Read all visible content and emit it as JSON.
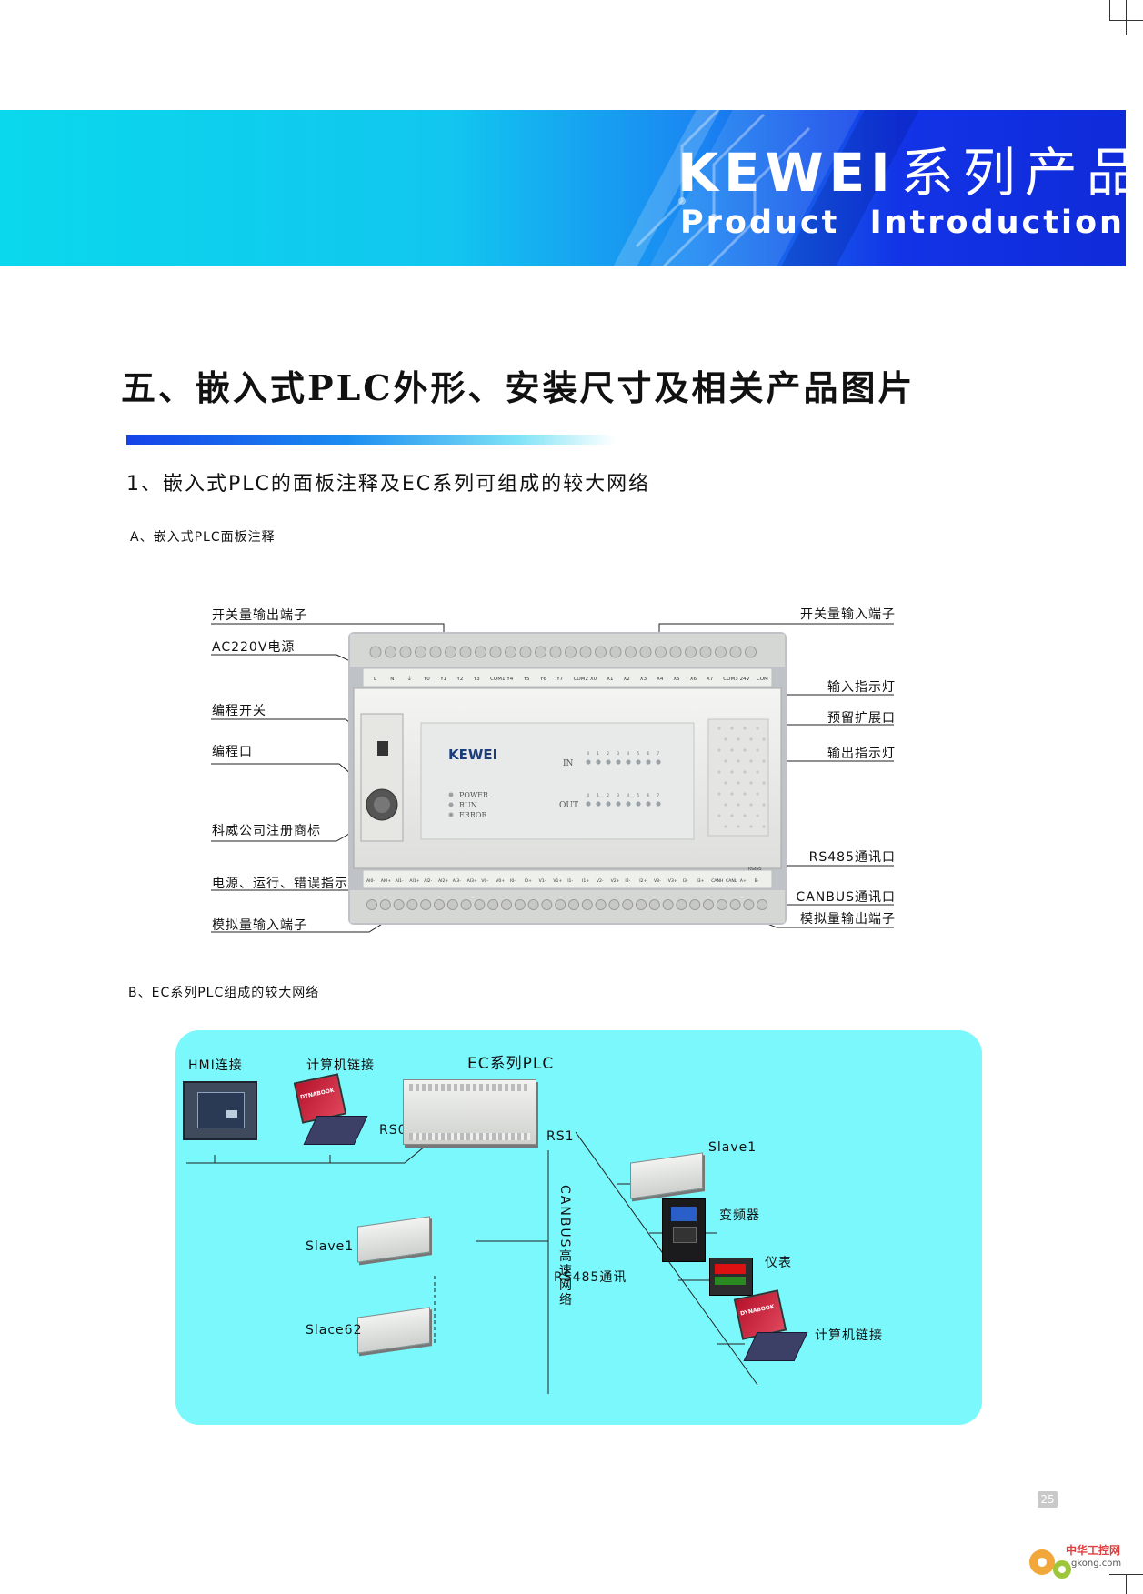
{
  "banner": {
    "brand": "KEWEI",
    "brand_cn": "系列产品",
    "brand_en": "Product Introduction"
  },
  "heading": "五、嵌入式PLC外形、安装尺寸及相关产品图片",
  "section1": "1、嵌入式PLC的面板注释及EC系列可组成的较大网络",
  "sectionA": "A、嵌入式PLC面板注释",
  "sectionB": "B、EC系列PLC组成的较大网络",
  "panel_labels": {
    "left": [
      "开关量输出端子",
      "AC220V电源",
      "编程开关",
      "编程口",
      "科威公司注册商标",
      "电源、运行、错误指示灯",
      "模拟量输入端子"
    ],
    "right": [
      "开关量输入端子",
      "输入指示灯",
      "预留扩展口",
      "输出指示灯",
      "RS485通讯口",
      "CANBUS通讯口",
      "模拟量输出端子"
    ]
  },
  "plc_face": {
    "logo": "KEWEI",
    "in_label": "IN",
    "out_label": "OUT",
    "leds": [
      "POWER",
      "RUN",
      "ERROR"
    ],
    "top_terminals": [
      "L",
      "N",
      "⏚",
      "Y0",
      "Y1",
      "Y2",
      "Y3",
      "COM1",
      "Y4",
      "Y5",
      "Y6",
      "Y7",
      "COM2",
      "X0",
      "X1",
      "X2",
      "X3",
      "X4",
      "X5",
      "X6",
      "X7",
      "COM3",
      "24V",
      "COM"
    ],
    "bottom_terminals": [
      "AI0-",
      "AI0+",
      "AI1-",
      "AI1+",
      "AI2-",
      "AI2+",
      "AI3-",
      "AI3+",
      "V0-",
      "V0+",
      "I0-",
      "I0+",
      "V1-",
      "V1+",
      "I1-",
      "I1+",
      "V2-",
      "V2+",
      "I2-",
      "I2+",
      "V3-",
      "V3+",
      "I3-",
      "I3+",
      "CANH",
      "CANL",
      "A+",
      "B-"
    ],
    "power_tag": "POWER",
    "rs485_tag": "RS485",
    "channel_numbers": [
      "0",
      "1",
      "2",
      "3",
      "4",
      "5",
      "6",
      "7"
    ]
  },
  "network": {
    "hmi": "HMI连接",
    "pc_top": "计算机链接",
    "plc_title": "EC系列PLC",
    "rs0": "RS0",
    "rs1": "RS1",
    "slave_right": "Slave1",
    "inverter": "变频器",
    "meter": "仪表",
    "rs485": "RS485通讯",
    "pc_bottom": "计算机链接",
    "slave_left1": "Slave1",
    "slave_left2": "Slace62",
    "canbus": "CANBUS高速网络",
    "laptop_brand": "DYNABOOK"
  },
  "page_number": "25",
  "watermark": {
    "cn": "中华工控网",
    "url": "gkong.com"
  },
  "colors": {
    "banner_light": "#0ad8ec",
    "banner_dark": "#0f2bd9",
    "network_bg": "#7af8fc",
    "led_dot": "#9aa2a6"
  }
}
